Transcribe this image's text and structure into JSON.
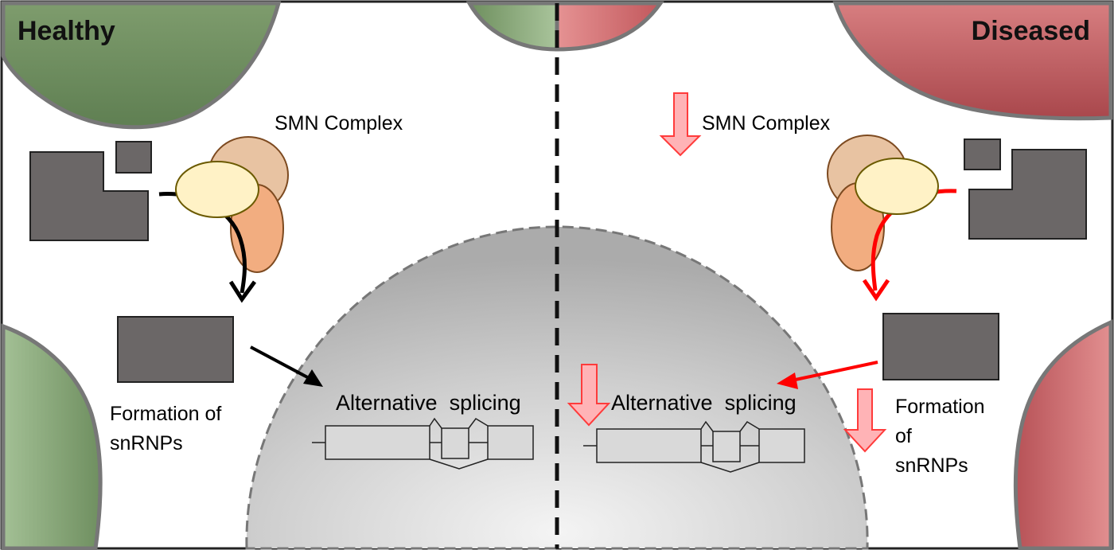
{
  "panels": {
    "left": {
      "title": "Healthy",
      "smn_label": "SMN Complex",
      "formation_line1": "Formation of",
      "formation_line2": "snRNPs",
      "splicing_label": "Alternative  splicing",
      "arrow_color": "#000000"
    },
    "right": {
      "title": "Diseased",
      "smn_label": "SMN Complex",
      "formation_line1": "Formation",
      "formation_line2": "of",
      "formation_line3": "snRNPs",
      "splicing_label": "Alternative  splicing",
      "arrow_color": "#ff0000"
    }
  },
  "colors": {
    "healthy_cell": "#8fae7f",
    "diseased_cell": "#c96a6e",
    "nucleus": "#c4c4c4",
    "snrnp_block": "#6b6767",
    "smn_tan": "#e8c3a2",
    "smn_yellow": "#fff2c6",
    "smn_orange": "#f2ad80",
    "decrease_arrow_fill": "#ffb3b6",
    "decrease_arrow_stroke": "#ff3b3b"
  }
}
